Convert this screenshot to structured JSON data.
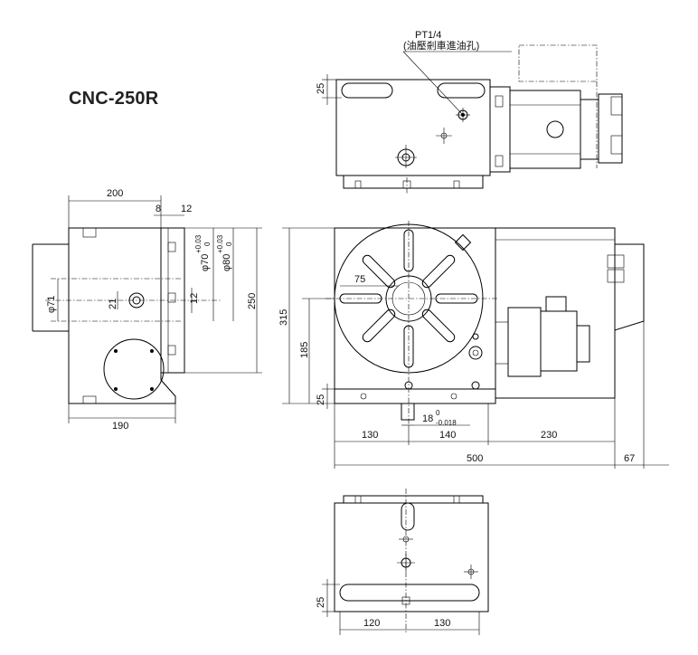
{
  "model": "CNC-250R",
  "note": {
    "thread": "PT1/4",
    "description": "(油壓剎車進油孔)"
  },
  "dimensions": {
    "side_width": "200",
    "side_8": "8",
    "side_12": "12",
    "phi70": "φ70",
    "phi70_tol_upper": "+0.03",
    "phi70_tol_lower": "0",
    "phi80": "φ80",
    "phi80_tol_upper": "+0.03",
    "phi80_tol_lower": "0",
    "side_height": "250",
    "phi71": "φ71",
    "side_21": "21",
    "side_12b": "12",
    "side_base": "190",
    "top_25": "25",
    "front_75": "75",
    "front_315": "315",
    "front_185": "185",
    "front_25": "25",
    "slot_18": "18",
    "slot_tol_upper": "0",
    "slot_tol_lower": "-0.018",
    "front_130": "130",
    "front_140": "140",
    "front_230": "230",
    "total_500": "500",
    "motor_67": "67",
    "bottom_25": "25",
    "bottom_120": "120",
    "bottom_130": "130"
  }
}
